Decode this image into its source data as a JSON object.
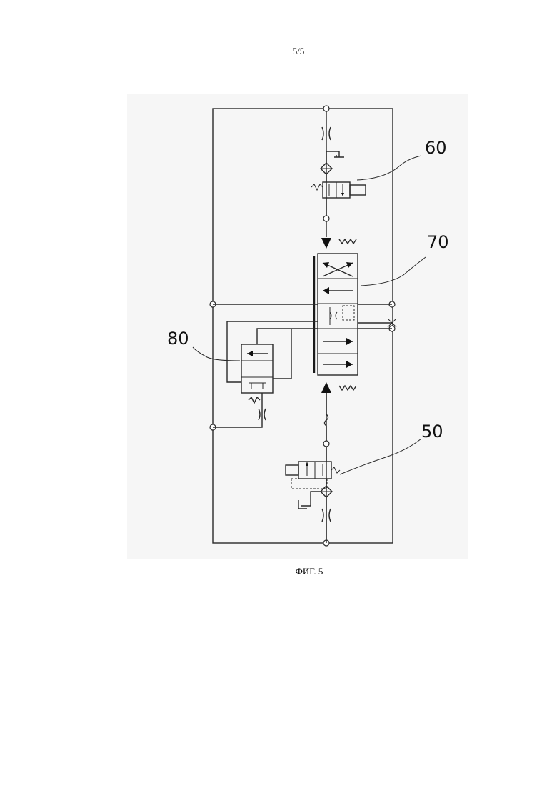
{
  "page": {
    "number": "5/5",
    "caption": "ФИГ. 5"
  },
  "labels": {
    "valve_60": "60",
    "valve_70": "70",
    "valve_80": "80",
    "valve_50": "50"
  },
  "colors": {
    "line": "#2a2a2a",
    "background": "#ffffff",
    "scan_shade": "#f4f4f4"
  }
}
